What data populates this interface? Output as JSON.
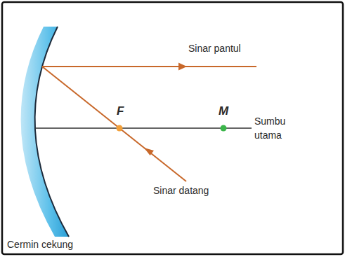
{
  "diagram": {
    "labels": [
      "Sinar pantul",
      "F",
      "M",
      "Sumbu utama",
      "Sinar datang",
      "Cermin cekung"
    ]
  }
}
